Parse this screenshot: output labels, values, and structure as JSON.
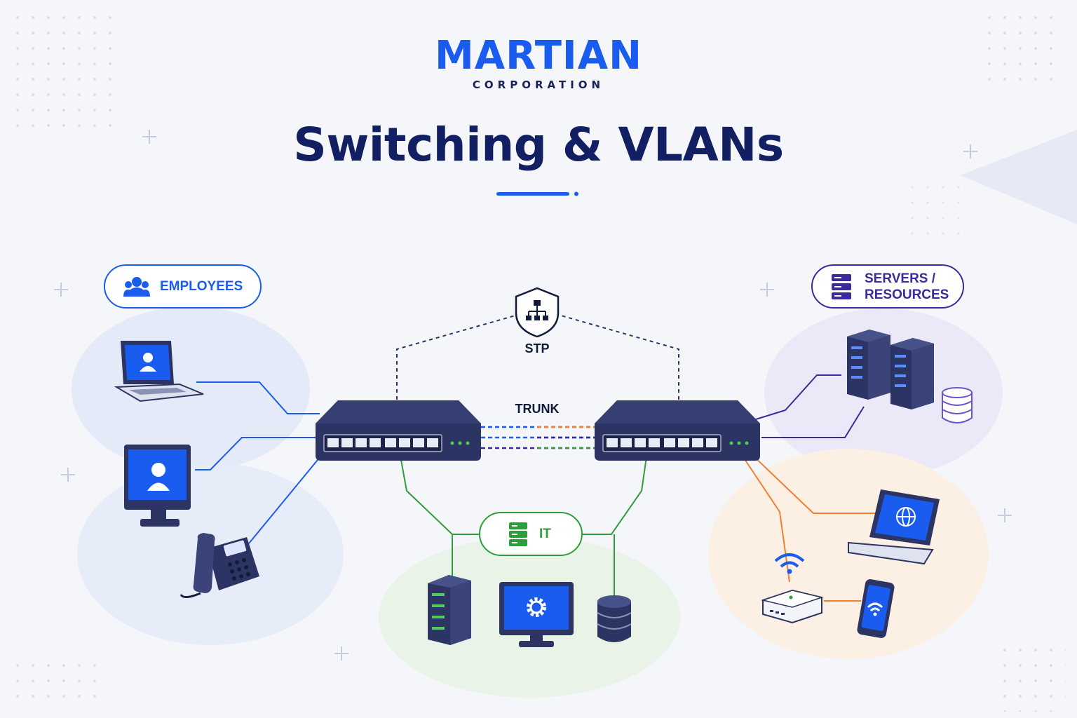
{
  "brand": {
    "name": "MARTIAN",
    "subtitle": "CORPORATION"
  },
  "title": "Switching & VLANs",
  "groups": {
    "employees": {
      "label": "EMPLOYEES",
      "color": "#1a5cf0"
    },
    "servers": {
      "label_line1": "SERVERS /",
      "label_line2": "RESOURCES",
      "color": "#3a2a9c"
    },
    "it": {
      "label": "IT",
      "color": "#2e9e3a"
    },
    "wireless": {
      "color": "#f08030"
    }
  },
  "links": {
    "stp_label": "STP",
    "trunk_label": "TRUNK"
  },
  "colors": {
    "navy": "#2b3462",
    "blue": "#1a5cf0",
    "green": "#2e9e3a",
    "orange": "#f08030",
    "purple": "#3a2a9c"
  }
}
